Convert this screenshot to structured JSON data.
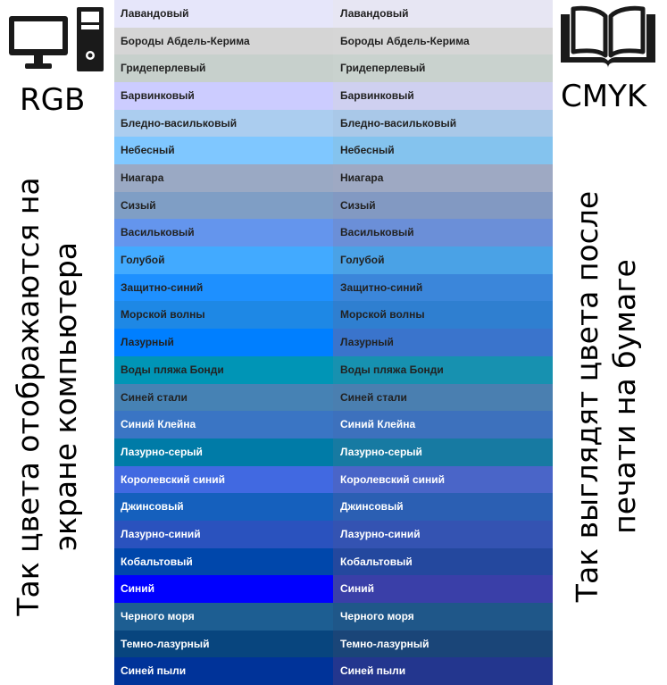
{
  "labels": {
    "rgb": "RGB",
    "cmyk": "CMYK",
    "left_caption_line1": "Так цвета отображаются на",
    "left_caption_line2": "экране компьютера",
    "right_caption_line1": "Так выглядят цвета после",
    "right_caption_line2": "печати на бумаге"
  },
  "icons": {
    "left": "computer-monitor-tower-icon",
    "right": "open-book-icon"
  },
  "rows": [
    {
      "rgb_name": "Лавандовый",
      "cmyk_name": "Лавандовый",
      "rgb_color": "#e6e6fa",
      "cmyk_color": "#e7e6f3",
      "text_color": "#222222"
    },
    {
      "rgb_name": "Бороды Абдель-Керима",
      "cmyk_name": "Бороды Абдель-Керима",
      "rgb_color": "#d5d5d5",
      "cmyk_color": "#d6d6d6",
      "text_color": "#222222"
    },
    {
      "rgb_name": "Гридеперлевый",
      "cmyk_name": "Гридеперлевый",
      "rgb_color": "#c7d0cc",
      "cmyk_color": "#c9d2ce",
      "text_color": "#222222"
    },
    {
      "rgb_name": "Барвинковый",
      "cmyk_name": "Барвинковый",
      "rgb_color": "#ccccff",
      "cmyk_color": "#cfd0f0",
      "text_color": "#222222"
    },
    {
      "rgb_name": "Бледно-васильковый",
      "cmyk_name": "Бледно-васильковый",
      "rgb_color": "#abcdef",
      "cmyk_color": "#a9c8e8",
      "text_color": "#222222"
    },
    {
      "rgb_name": "Небесный",
      "cmyk_name": "Небесный",
      "rgb_color": "#7fc7ff",
      "cmyk_color": "#84c3ee",
      "text_color": "#222222"
    },
    {
      "rgb_name": "Ниагара",
      "cmyk_name": "Ниагара",
      "rgb_color": "#9aa9c4",
      "cmyk_color": "#9ea9c3",
      "text_color": "#222222"
    },
    {
      "rgb_name": "Сизый",
      "cmyk_name": "Сизый",
      "rgb_color": "#7f9ec5",
      "cmyk_color": "#8299c2",
      "text_color": "#222222"
    },
    {
      "rgb_name": "Васильковый",
      "cmyk_name": "Васильковый",
      "rgb_color": "#6495ed",
      "cmyk_color": "#6b8fd8",
      "text_color": "#222222"
    },
    {
      "rgb_name": "Голубой",
      "cmyk_name": "Голубой",
      "rgb_color": "#42aaff",
      "cmyk_color": "#4aa2e6",
      "text_color": "#222222"
    },
    {
      "rgb_name": "Защитно-синий",
      "cmyk_name": "Защитно-синий",
      "rgb_color": "#1e90ff",
      "cmyk_color": "#3b86da",
      "text_color": "#222222"
    },
    {
      "rgb_name": "Морской волны",
      "cmyk_name": "Морской волны",
      "rgb_color": "#1e88e5",
      "cmyk_color": "#2f7fd0",
      "text_color": "#222222"
    },
    {
      "rgb_name": "Лазурный",
      "cmyk_name": "Лазурный",
      "rgb_color": "#007fff",
      "cmyk_color": "#3a74cc",
      "text_color": "#222222"
    },
    {
      "rgb_name": "Воды пляжа Бонди",
      "cmyk_name": "Воды пляжа Бонди",
      "rgb_color": "#0095b6",
      "cmyk_color": "#1791b0",
      "text_color": "#222222"
    },
    {
      "rgb_name": "Синей стали",
      "cmyk_name": "Синей стали",
      "rgb_color": "#4682b4",
      "cmyk_color": "#4a7fb0",
      "text_color": "#222222"
    },
    {
      "rgb_name": "Синий Клейна",
      "cmyk_name": "Синий Клейна",
      "rgb_color": "#3a75c4",
      "cmyk_color": "#3d71bd",
      "text_color": "#ffffff"
    },
    {
      "rgb_name": "Лазурно-серый",
      "cmyk_name": "Лазурно-серый",
      "rgb_color": "#007ba7",
      "cmyk_color": "#177aa2",
      "text_color": "#ffffff"
    },
    {
      "rgb_name": "Королевский синий",
      "cmyk_name": "Королевский синий",
      "rgb_color": "#4169e1",
      "cmyk_color": "#4a65c8",
      "text_color": "#ffffff"
    },
    {
      "rgb_name": "Джинсовый",
      "cmyk_name": "Джинсовый",
      "rgb_color": "#1560bd",
      "cmyk_color": "#2b5fb3",
      "text_color": "#ffffff"
    },
    {
      "rgb_name": "Лазурно-синий",
      "cmyk_name": "Лазурно-синий",
      "rgb_color": "#2a52be",
      "cmyk_color": "#3453b2",
      "text_color": "#ffffff"
    },
    {
      "rgb_name": "Кобальтовый",
      "cmyk_name": "Кобальтовый",
      "rgb_color": "#0047ab",
      "cmyk_color": "#24489e",
      "text_color": "#ffffff"
    },
    {
      "rgb_name": "Синий",
      "cmyk_name": "Синий",
      "rgb_color": "#0000ff",
      "cmyk_color": "#3a3fa8",
      "text_color": "#ffffff"
    },
    {
      "rgb_name": "Черного моря",
      "cmyk_name": "Черного моря",
      "rgb_color": "#1d5e92",
      "cmyk_color": "#1f5789",
      "text_color": "#ffffff"
    },
    {
      "rgb_name": "Темно-лазурный",
      "cmyk_name": "Темно-лазурный",
      "rgb_color": "#08457e",
      "cmyk_color": "#1a4578",
      "text_color": "#ffffff"
    },
    {
      "rgb_name": "Синей пыли",
      "cmyk_name": "Синей пыли",
      "rgb_color": "#003399",
      "cmyk_color": "#23368e",
      "text_color": "#ffffff"
    }
  ]
}
